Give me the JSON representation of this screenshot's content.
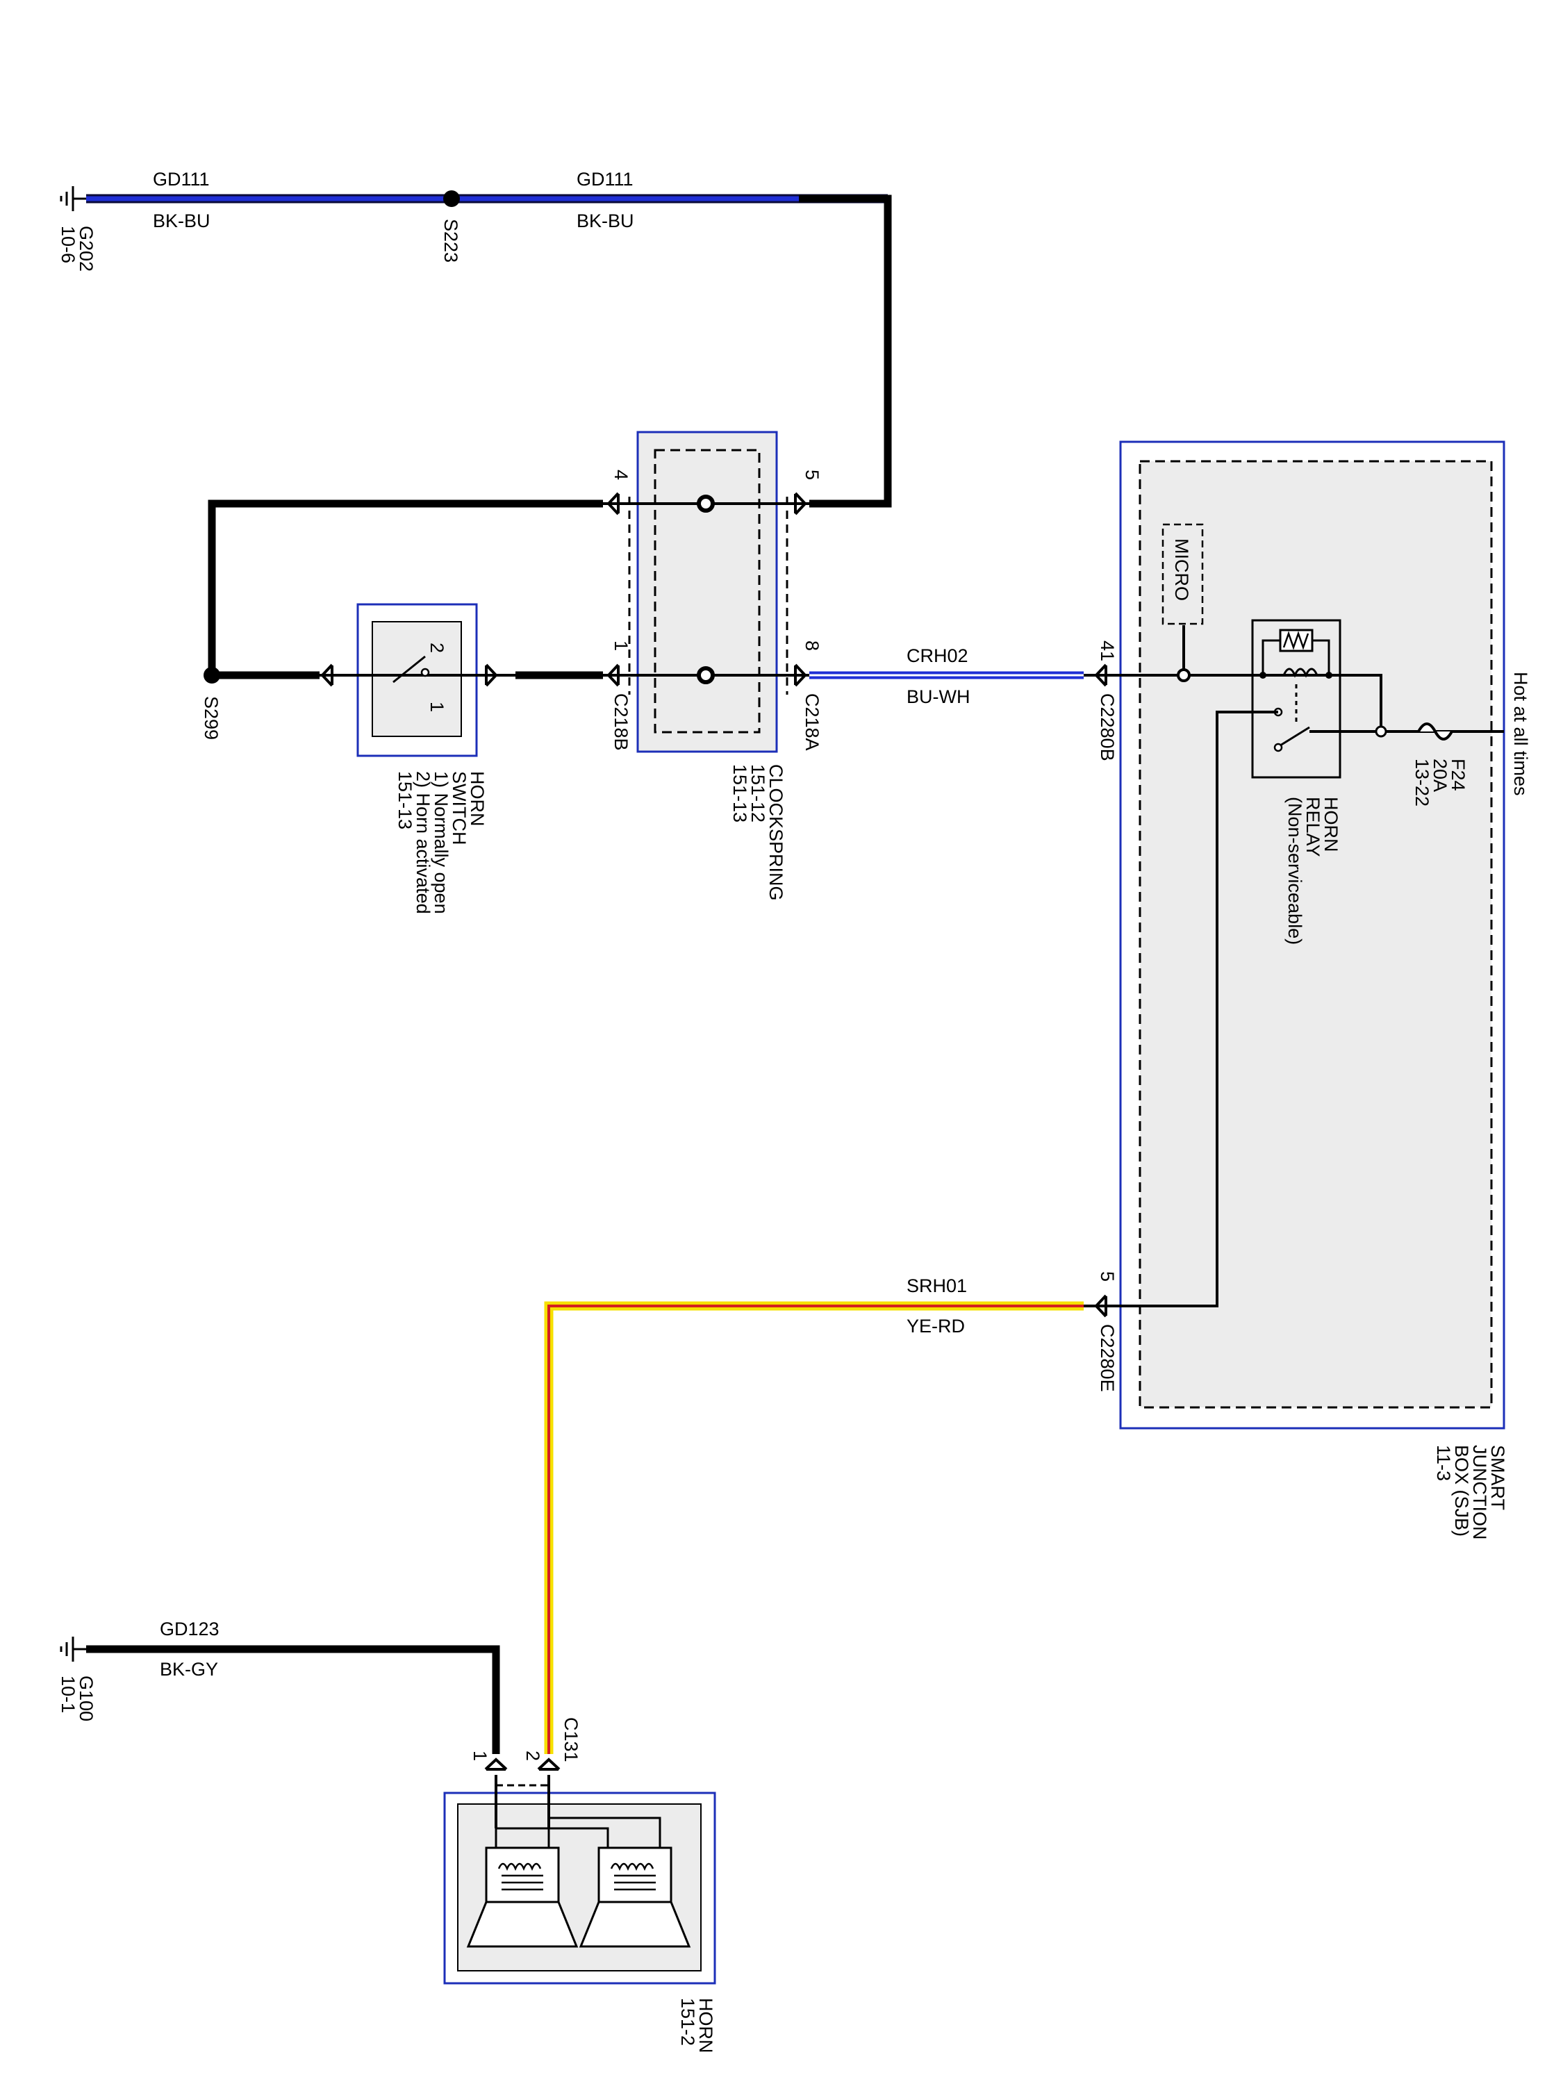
{
  "grounds": {
    "g202": {
      "id": "G202",
      "ref": "10-6"
    },
    "g100": {
      "id": "G100",
      "ref": "10-1"
    }
  },
  "splices": {
    "s223": "S223",
    "s299": "S299"
  },
  "wires": {
    "gd111_left": {
      "circuit": "GD111",
      "color": "BK-BU"
    },
    "gd111_right": {
      "circuit": "GD111",
      "color": "BK-BU"
    },
    "crh02": {
      "circuit": "CRH02",
      "color": "BU-WH"
    },
    "srh01": {
      "circuit": "SRH01",
      "color": "YE-RD"
    },
    "gd123": {
      "circuit": "GD123",
      "color": "BK-GY"
    }
  },
  "clockspring": {
    "name": "CLOCKSPRING",
    "ref1": "151-12",
    "ref2": "151-13",
    "pin4": "4",
    "pin5": "5",
    "pin1": "1",
    "pin8": "8",
    "conn_b": "C218B",
    "conn_a": "C218A"
  },
  "horn_switch": {
    "line1": "HORN",
    "line2": "SWITCH",
    "line3": "1) Normally open",
    "line4": "2) Horn activated",
    "line5": "151-13",
    "pos1": "1",
    "pos2": "2"
  },
  "sjb": {
    "line1": "SMART",
    "line2": "JUNCTION",
    "line3": "BOX (SJB)",
    "line4": "11-3",
    "micro": "MICRO",
    "pin41": "41",
    "conn41": "C2280B",
    "pin5": "5",
    "conn5": "C2280E"
  },
  "relay": {
    "line1": "HORN",
    "line2": "RELAY",
    "line3": "(Non-serviceable)"
  },
  "fuse": {
    "id": "F24",
    "rating": "20A",
    "ref": "13-22"
  },
  "power": {
    "label": "Hot at all times"
  },
  "horn": {
    "name": "HORN",
    "ref": "151-2",
    "conn": "C131",
    "pin1": "1",
    "pin2": "2"
  }
}
